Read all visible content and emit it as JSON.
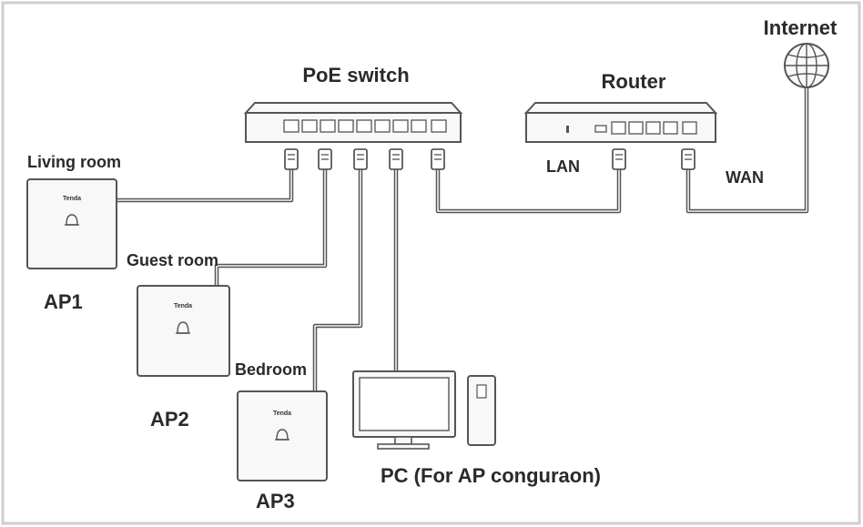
{
  "labels": {
    "internet": "Internet",
    "poe_switch": "PoE switch",
    "router": "Router",
    "lan": "LAN",
    "wan": "WAN",
    "living_room": "Living room",
    "guest_room": "Guest room",
    "bedroom": "Bedroom",
    "ap1": "AP1",
    "ap2": "AP2",
    "ap3": "AP3",
    "pc": "PC (For AP conguraon)"
  },
  "ap_brand": "Tenda",
  "colors": {
    "frame": "#cfcfcf",
    "line": "#555555",
    "text": "#2a2a2a"
  },
  "icons": {
    "internet": "globe-icon",
    "ap_center": "bell-icon"
  }
}
